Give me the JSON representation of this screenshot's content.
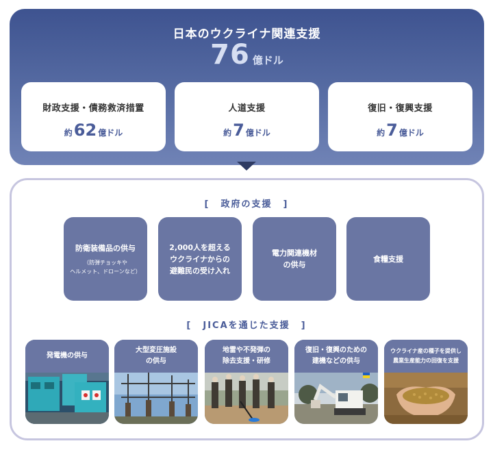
{
  "header": {
    "title": "日本のウクライナ関連支援",
    "total_value": "76",
    "total_unit": "億ドル"
  },
  "summary_cards": [
    {
      "label": "財政支援・債務救済措置",
      "prefix": "約",
      "value": "62",
      "unit": "億ドル"
    },
    {
      "label": "人道支援",
      "prefix": "約",
      "value": "7",
      "unit": "億ドル"
    },
    {
      "label": "復旧・復興支援",
      "prefix": "約",
      "value": "7",
      "unit": "億ドル"
    }
  ],
  "government_support": {
    "bracket_open": "[",
    "heading": "政府の支援",
    "bracket_close": "]",
    "items": [
      {
        "title": "防衛装備品の供与",
        "note": "（防弾チョッキや\nヘルメット、ドローンなど）"
      },
      {
        "title": "2,000人を超える\nウクライナからの\n避難民の受け入れ",
        "note": ""
      },
      {
        "title": "電力関連機材\nの供与",
        "note": ""
      },
      {
        "title": "食糧支援",
        "note": ""
      }
    ]
  },
  "jica_support": {
    "bracket_open": "[",
    "heading": "JICAを通じた支援",
    "bracket_close": "]",
    "items": [
      {
        "caption": "発電機の供与",
        "icon": "generator-photo"
      },
      {
        "caption": "大型変圧施設\nの供与",
        "icon": "substation-photo"
      },
      {
        "caption": "地雷や不発弾の\n除去支援・研修",
        "icon": "demining-photo"
      },
      {
        "caption": "復旧・復興のための\n建機などの供与",
        "icon": "construction-machine-photo"
      },
      {
        "caption": "ウクライナ産の種子を提供し\n農業生産能力の回復を支援",
        "icon": "seeds-photo"
      }
    ]
  },
  "colors": {
    "banner_dark": "#3e5390",
    "banner_light": "#7083b6",
    "card_fill": "#6a76a3",
    "accent_text": "#4a5c99",
    "panel_border": "#c6c5df"
  }
}
